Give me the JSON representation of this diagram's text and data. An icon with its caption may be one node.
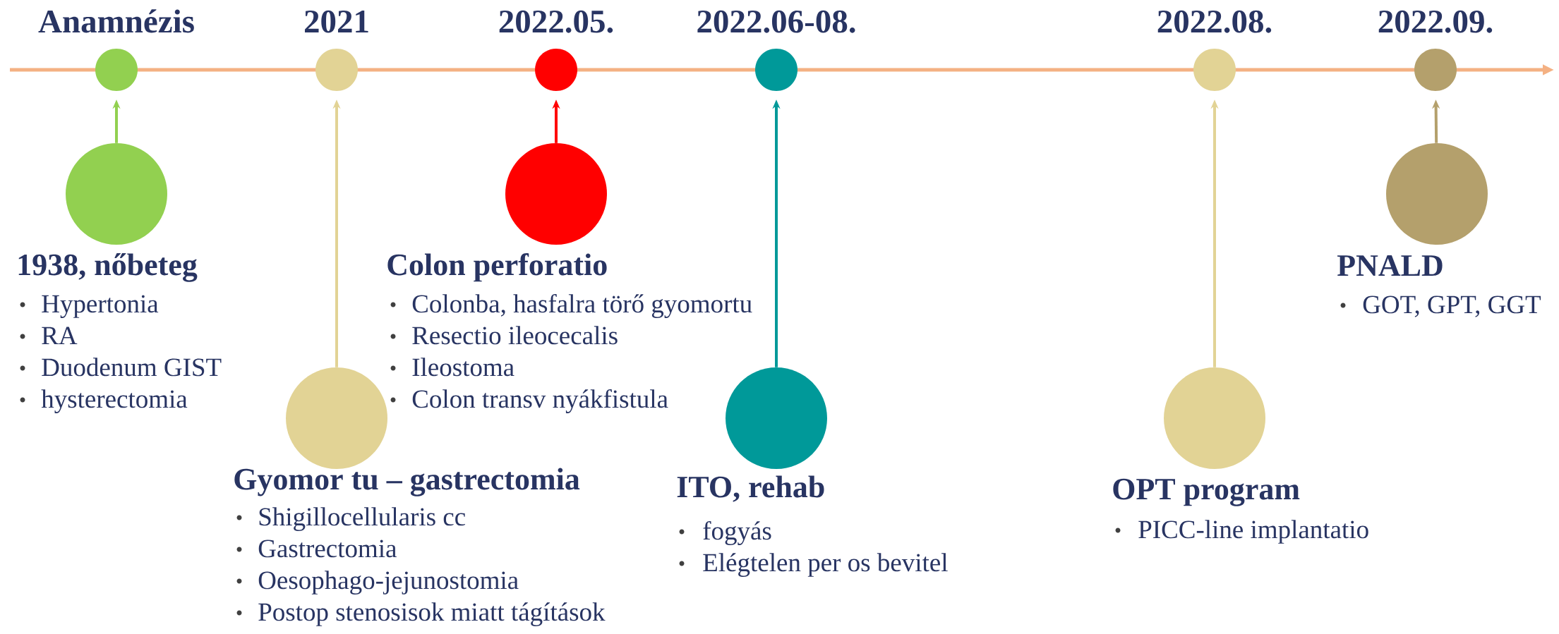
{
  "diagram": {
    "nodes": [
      {
        "text": [
          "Anamnézis"
        ]
      },
      {
        "text": [
          "2021"
        ]
      },
      {
        "text": [
          "2022.05."
        ]
      },
      {
        "text": [
          "2022.06-08."
        ]
      },
      {
        "text": [
          "2022.08."
        ]
      },
      {
        "text": [
          "2022.09."
        ]
      },
      {
        "text": [],
        "shape": "circle",
        "beside": [
          "1938, nőbeteg",
          "Hypertonia",
          "RA",
          "Duodenum GIST",
          "hysterectomia"
        ]
      },
      {
        "text": [],
        "shape": "circle",
        "beside": [
          "Gyomor tu – gastrectomia",
          "Shigillocellularis cc",
          "Gastrectomia",
          "Oesophago-jejunostomia",
          "Postop stenosisok miatt tágítások"
        ]
      },
      {
        "text": [],
        "shape": "circle",
        "beside": [
          "Colon perforatio",
          "Colonba, hasfalra törő gyomortu",
          "Resectio ileocecalis",
          "Ileostoma",
          "Colon transv nyákfistula"
        ]
      },
      {
        "text": [],
        "shape": "circle",
        "beside": [
          "ITO, rehab",
          "fogyás",
          "Elégtelen per os bevitel"
        ]
      },
      {
        "text": [],
        "shape": "circle",
        "beside": [
          "OPT program",
          "PICC-line implantatio"
        ]
      },
      {
        "text": [],
        "shape": "circle",
        "beside": [
          "PNALD",
          "GOT, GPT, GGT"
        ]
      }
    ],
    "edges": [
      {
        "from": 6,
        "to": 0,
        "arrow": "to",
        "color": "#92d050"
      },
      {
        "from": 7,
        "to": 1,
        "arrow": "to",
        "color": "#e2d395"
      },
      {
        "from": 8,
        "to": 2,
        "arrow": "to",
        "color": "#ff0000"
      },
      {
        "from": 9,
        "to": 3,
        "arrow": "to",
        "color": "#009999"
      },
      {
        "from": 10,
        "to": 4,
        "arrow": "to",
        "color": "#e2d395"
      },
      {
        "from": 11,
        "to": 5,
        "arrow": "to",
        "color": "#b4a06c"
      }
    ]
  }
}
